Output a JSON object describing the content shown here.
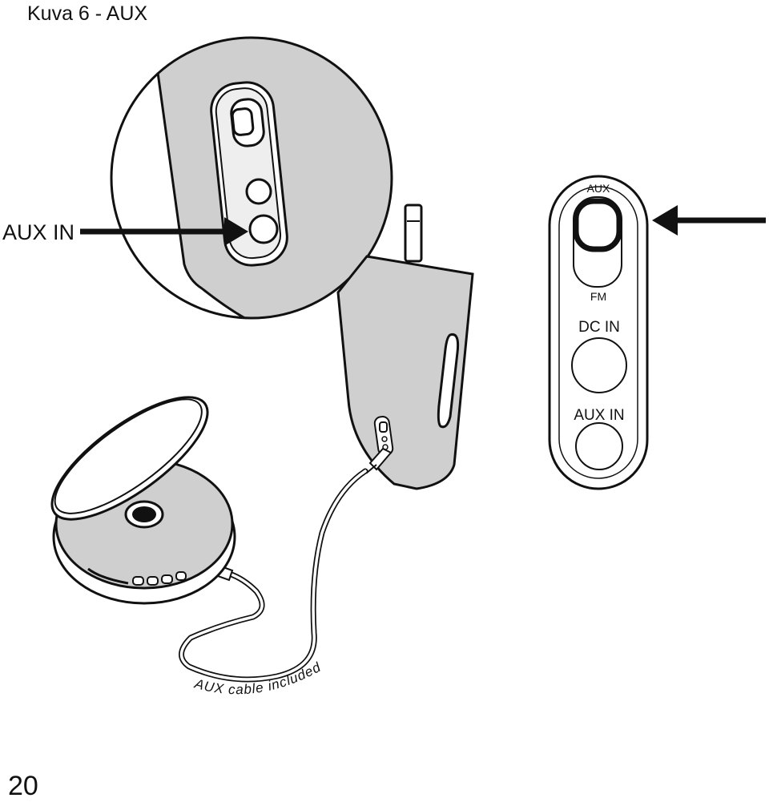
{
  "figure": {
    "title": "Kuva 6 - AUX",
    "page_number": "20"
  },
  "callouts": {
    "aux_in_left": "AUX IN"
  },
  "panel": {
    "switch_top_label": "AUX",
    "switch_bottom_label": "FM",
    "dc_in_label": "DC IN",
    "aux_in_label": "AUX IN"
  },
  "cable": {
    "label": "AUX cable included"
  },
  "colors": {
    "device_fill": "#cfcfcf",
    "line": "#111111",
    "background": "#ffffff"
  }
}
